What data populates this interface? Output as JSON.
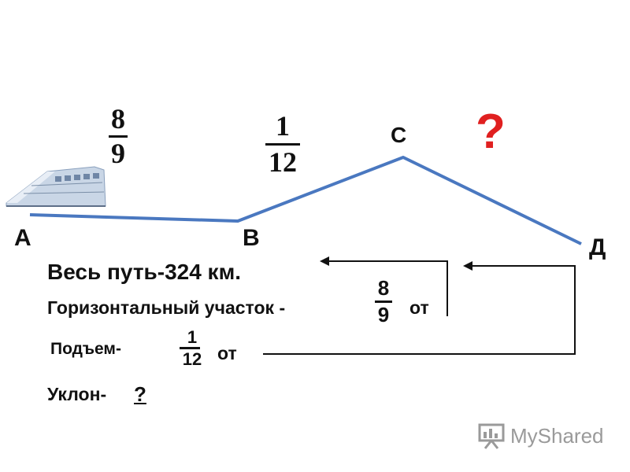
{
  "diagram": {
    "points": {
      "a": "А",
      "b": "В",
      "c": "С",
      "d": "Д"
    },
    "segment_ab_fraction": {
      "num": "8",
      "den": "9"
    },
    "segment_bc_fraction": {
      "num": "1",
      "den": "12"
    },
    "segment_cd_mark": "?",
    "colors": {
      "path": "#4a78c0",
      "question": "#e02020",
      "arrow": "#111111"
    }
  },
  "text": {
    "total": "Весь путь-324 км.",
    "horizontal": {
      "label": "Горизонтальный участок -",
      "num": "8",
      "den": "9",
      "suffix": "от"
    },
    "climb": {
      "label": "Подъем-",
      "num": "1",
      "den": "12",
      "suffix": "от"
    },
    "descent": {
      "label": "Уклон-",
      "value": "?"
    }
  },
  "watermark": {
    "text": "MyShared",
    "icon": "presentation-board-icon"
  }
}
